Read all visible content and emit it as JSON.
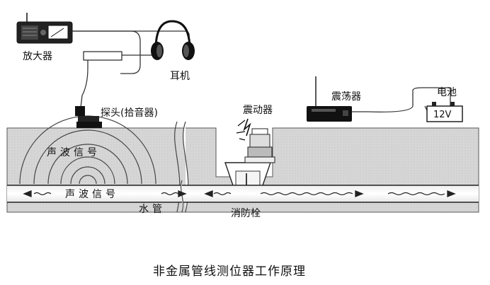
{
  "labels": {
    "amplifier": "放大器",
    "earphones": "耳机",
    "probe": "探头(拾音器)",
    "vibrator": "震动器",
    "oscillator": "震荡器",
    "battery": "电池",
    "battery_voltage": "12V",
    "sound_signal_ground": "声波信号",
    "sound_signal_pipe": "声波信号",
    "water_pipe": "水管",
    "hydrant": "消防栓"
  },
  "caption": "非金属管线测位器工作原理"
}
